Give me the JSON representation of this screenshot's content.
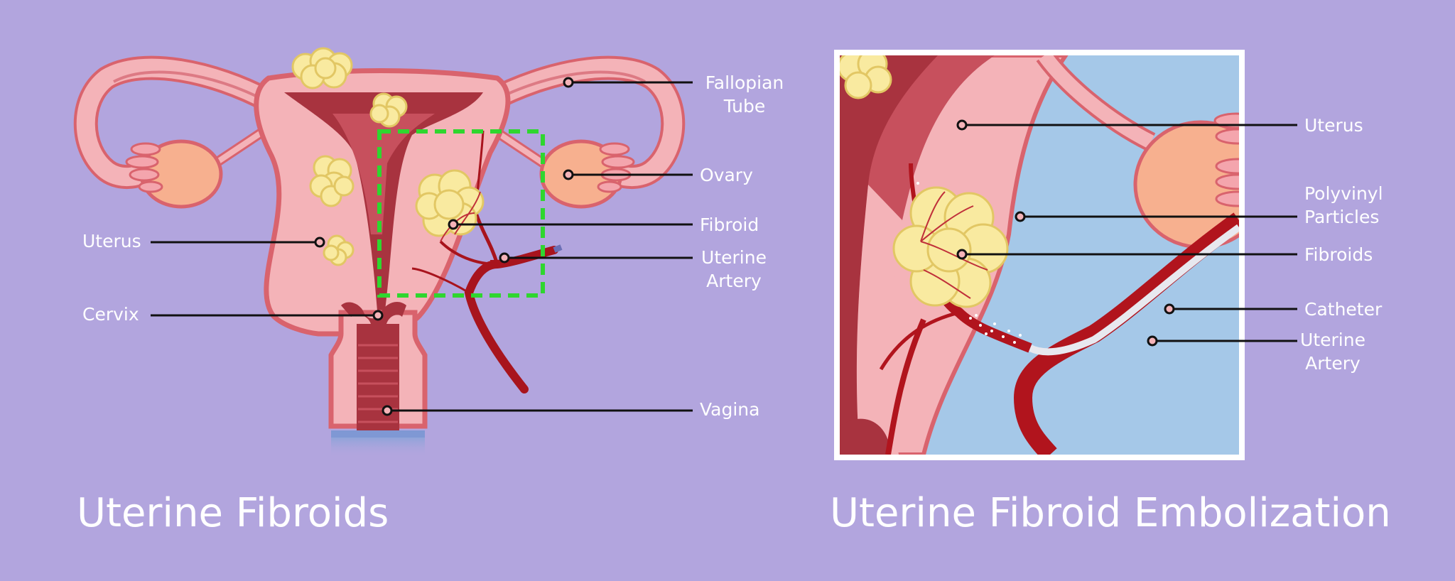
{
  "left_diagram": {
    "title": "Uterine Fibroids",
    "labels": {
      "fallopian_tube": "Fallopian\nTube",
      "ovary": "Ovary",
      "fibroid": "Fibroid",
      "uterine_artery": "Uterine\nArtery",
      "vagina": "Vagina",
      "uterus": "Uterus",
      "cervix": "Cervix"
    }
  },
  "right_diagram": {
    "title": "Uterine Fibroid Embolization",
    "labels": {
      "uterus": "Uterus",
      "polyvinyl_particles": "Polyvinyl\nParticles",
      "fibroids": "Fibroids",
      "catheter": "Catheter",
      "uterine_artery": "Uterine\nArtery"
    }
  },
  "colors": {
    "background": "#b2a5de",
    "tissue": "#f4b3b8",
    "tissue_outline": "#d9636d",
    "cavity": "#a8333f",
    "fibroid": "#f9eaa0",
    "artery": "#b1141d",
    "highlight_box": "#2fd62f",
    "inset_background": "#a5c8e8"
  }
}
